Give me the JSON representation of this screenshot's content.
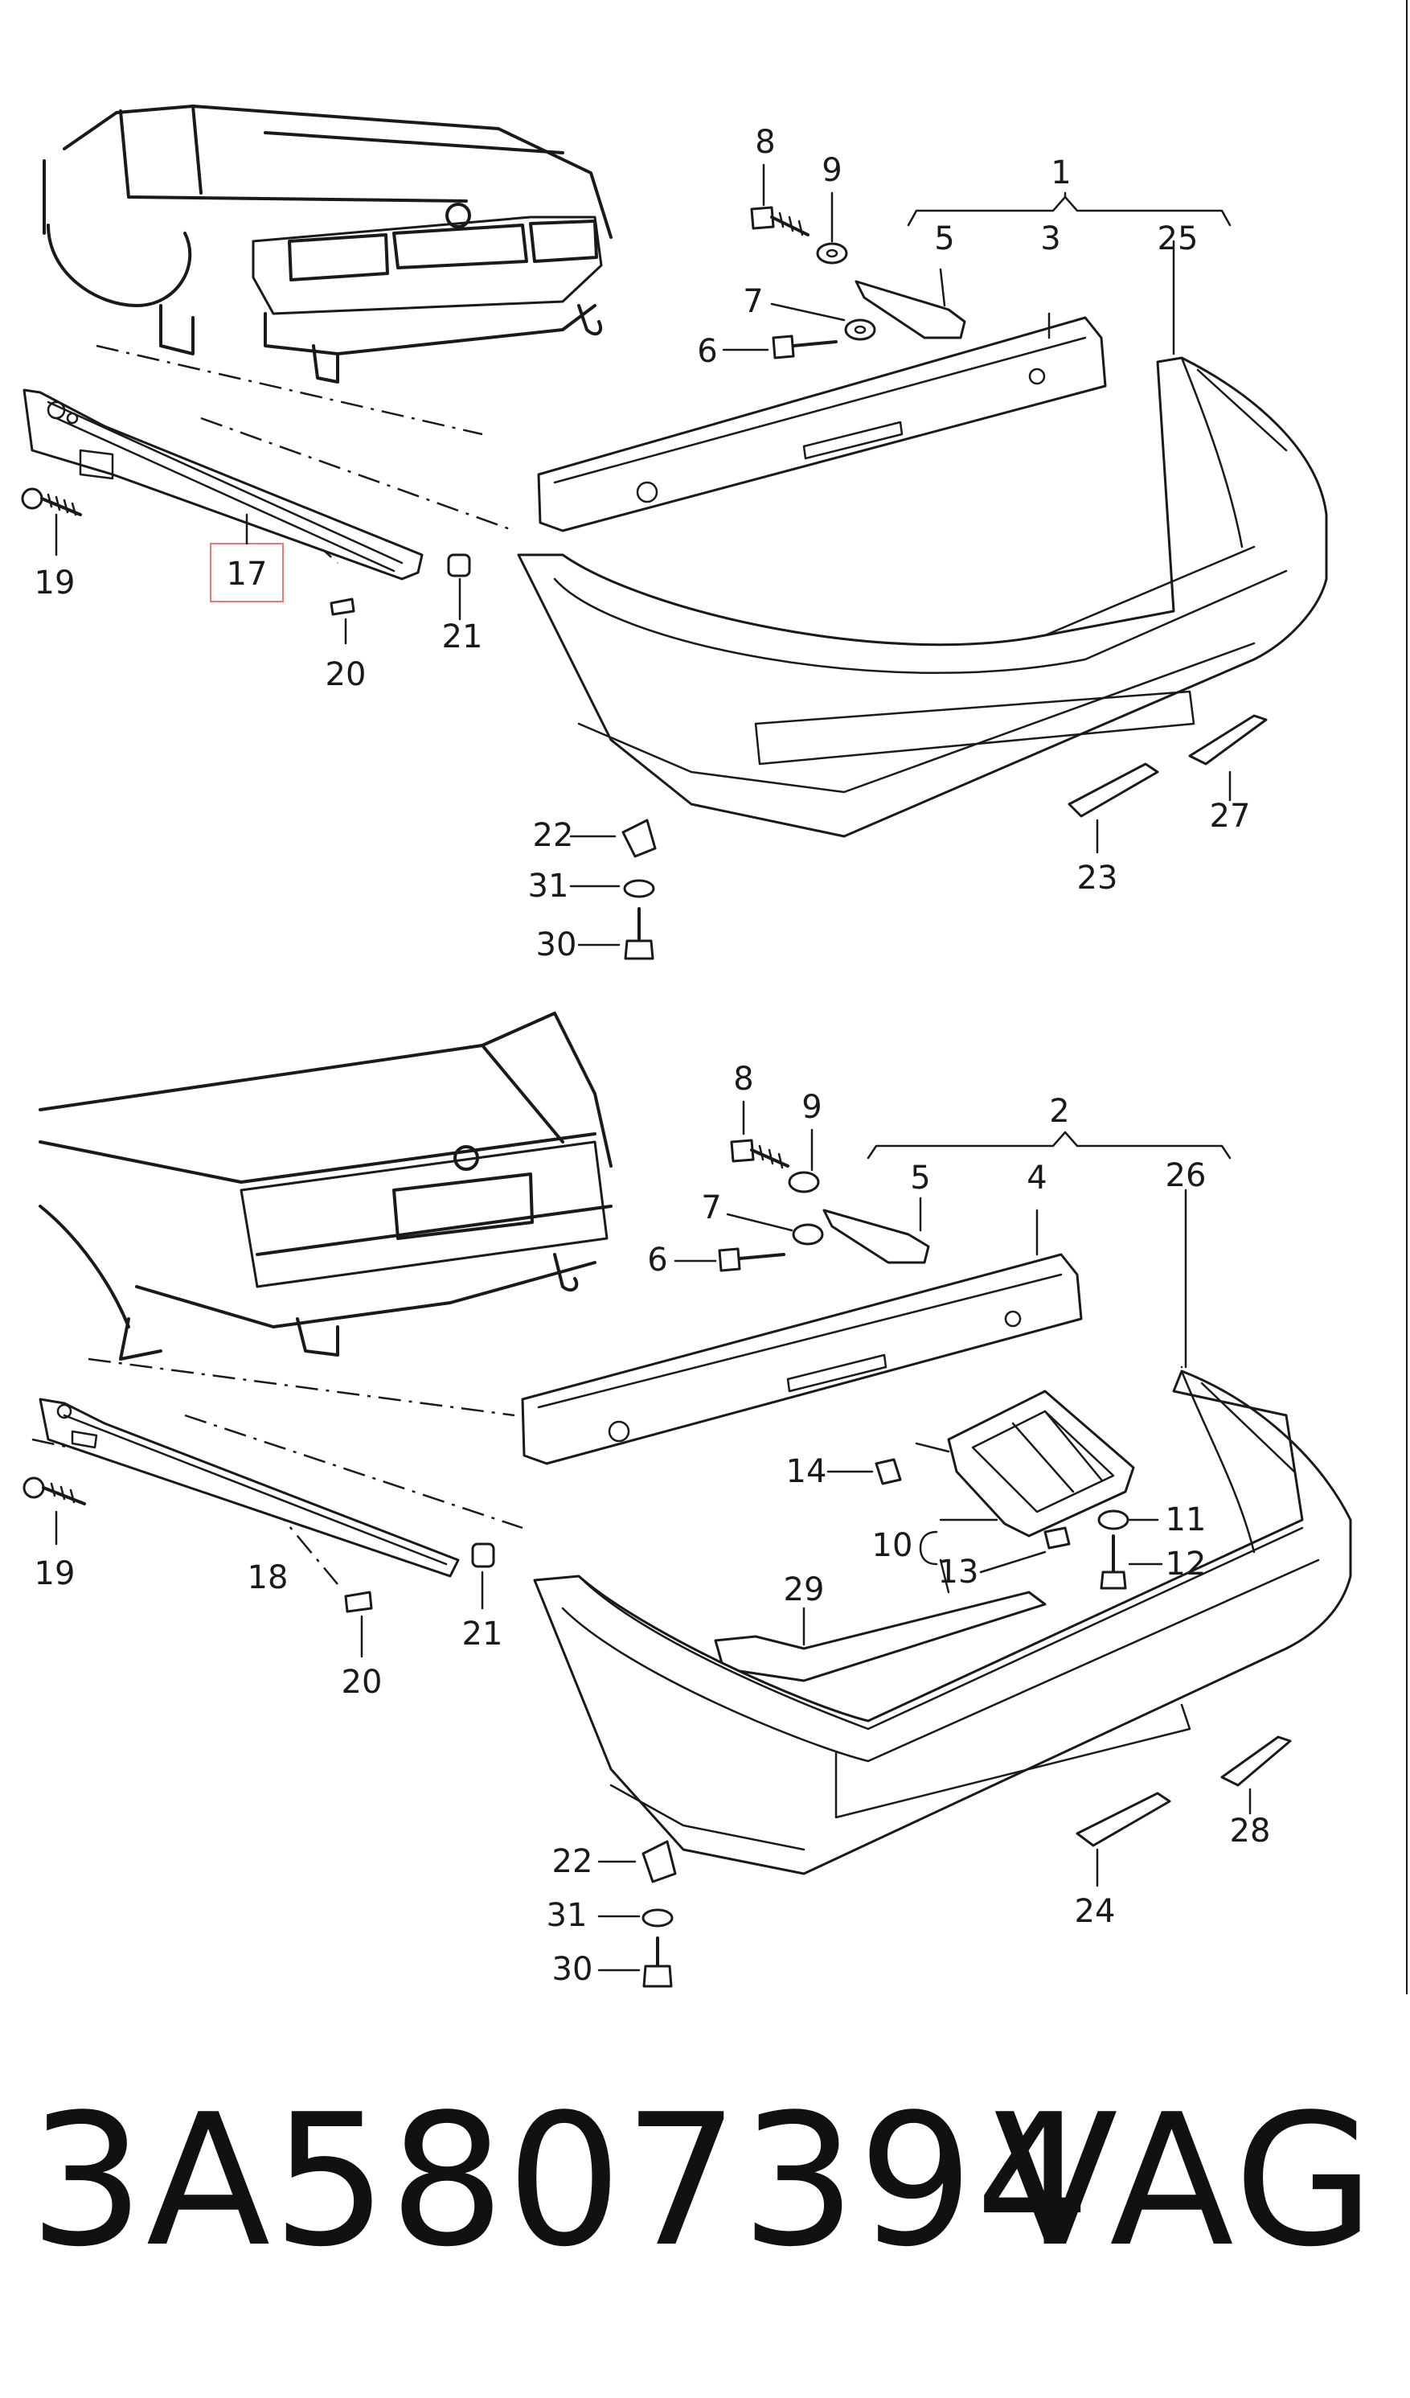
{
  "callouts_top": {
    "c1": "1",
    "c3": "3",
    "c5": "5",
    "c6": "6",
    "c7": "7",
    "c8": "8",
    "c9": "9",
    "c17": "17",
    "c19": "19",
    "c20": "20",
    "c21": "21",
    "c22": "22",
    "c23": "23",
    "c25": "25",
    "c27": "27",
    "c30": "30",
    "c31": "31"
  },
  "callouts_bottom": {
    "c2": "2",
    "c4": "4",
    "c5": "5",
    "c6": "6",
    "c7": "7",
    "c8": "8",
    "c9": "9",
    "c10": "10",
    "c11": "11",
    "c12": "12",
    "c13": "13",
    "c14": "14",
    "c18": "18",
    "c19": "19",
    "c20": "20",
    "c21": "21",
    "c22": "22",
    "c24": "24",
    "c26": "26",
    "c28": "28",
    "c29": "29",
    "c30": "30",
    "c31": "31"
  },
  "highlight": {
    "part": "17",
    "color": "#e87a7a"
  },
  "footer": {
    "part_number": "3A5807394",
    "brand": "VAG"
  }
}
